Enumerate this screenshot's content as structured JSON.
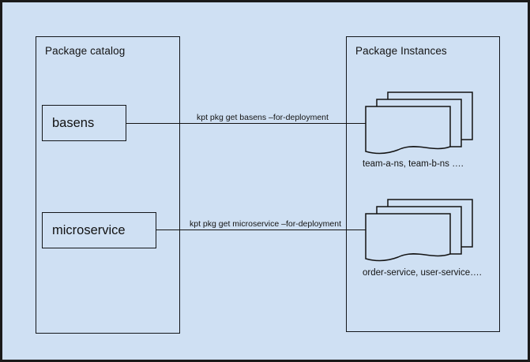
{
  "diagram": {
    "background_color": "#cfe0f3",
    "border_color": "#1a1a1a",
    "stroke_color": "#131313",
    "panels": [
      {
        "title": "Package catalog"
      },
      {
        "title": "Package Instances"
      }
    ],
    "catalog_packages": [
      {
        "label": "basens"
      },
      {
        "label": "microservice"
      }
    ],
    "edges": [
      {
        "label": "kpt pkg get basens –for-deployment"
      },
      {
        "label": "kpt pkg get microservice –for-deployment"
      }
    ],
    "instance_stacks": [
      {
        "caption": "team-a-ns, team-b-ns ….",
        "sheet_count": 3
      },
      {
        "caption": "order-service, user-service….",
        "sheet_count": 3
      }
    ]
  }
}
